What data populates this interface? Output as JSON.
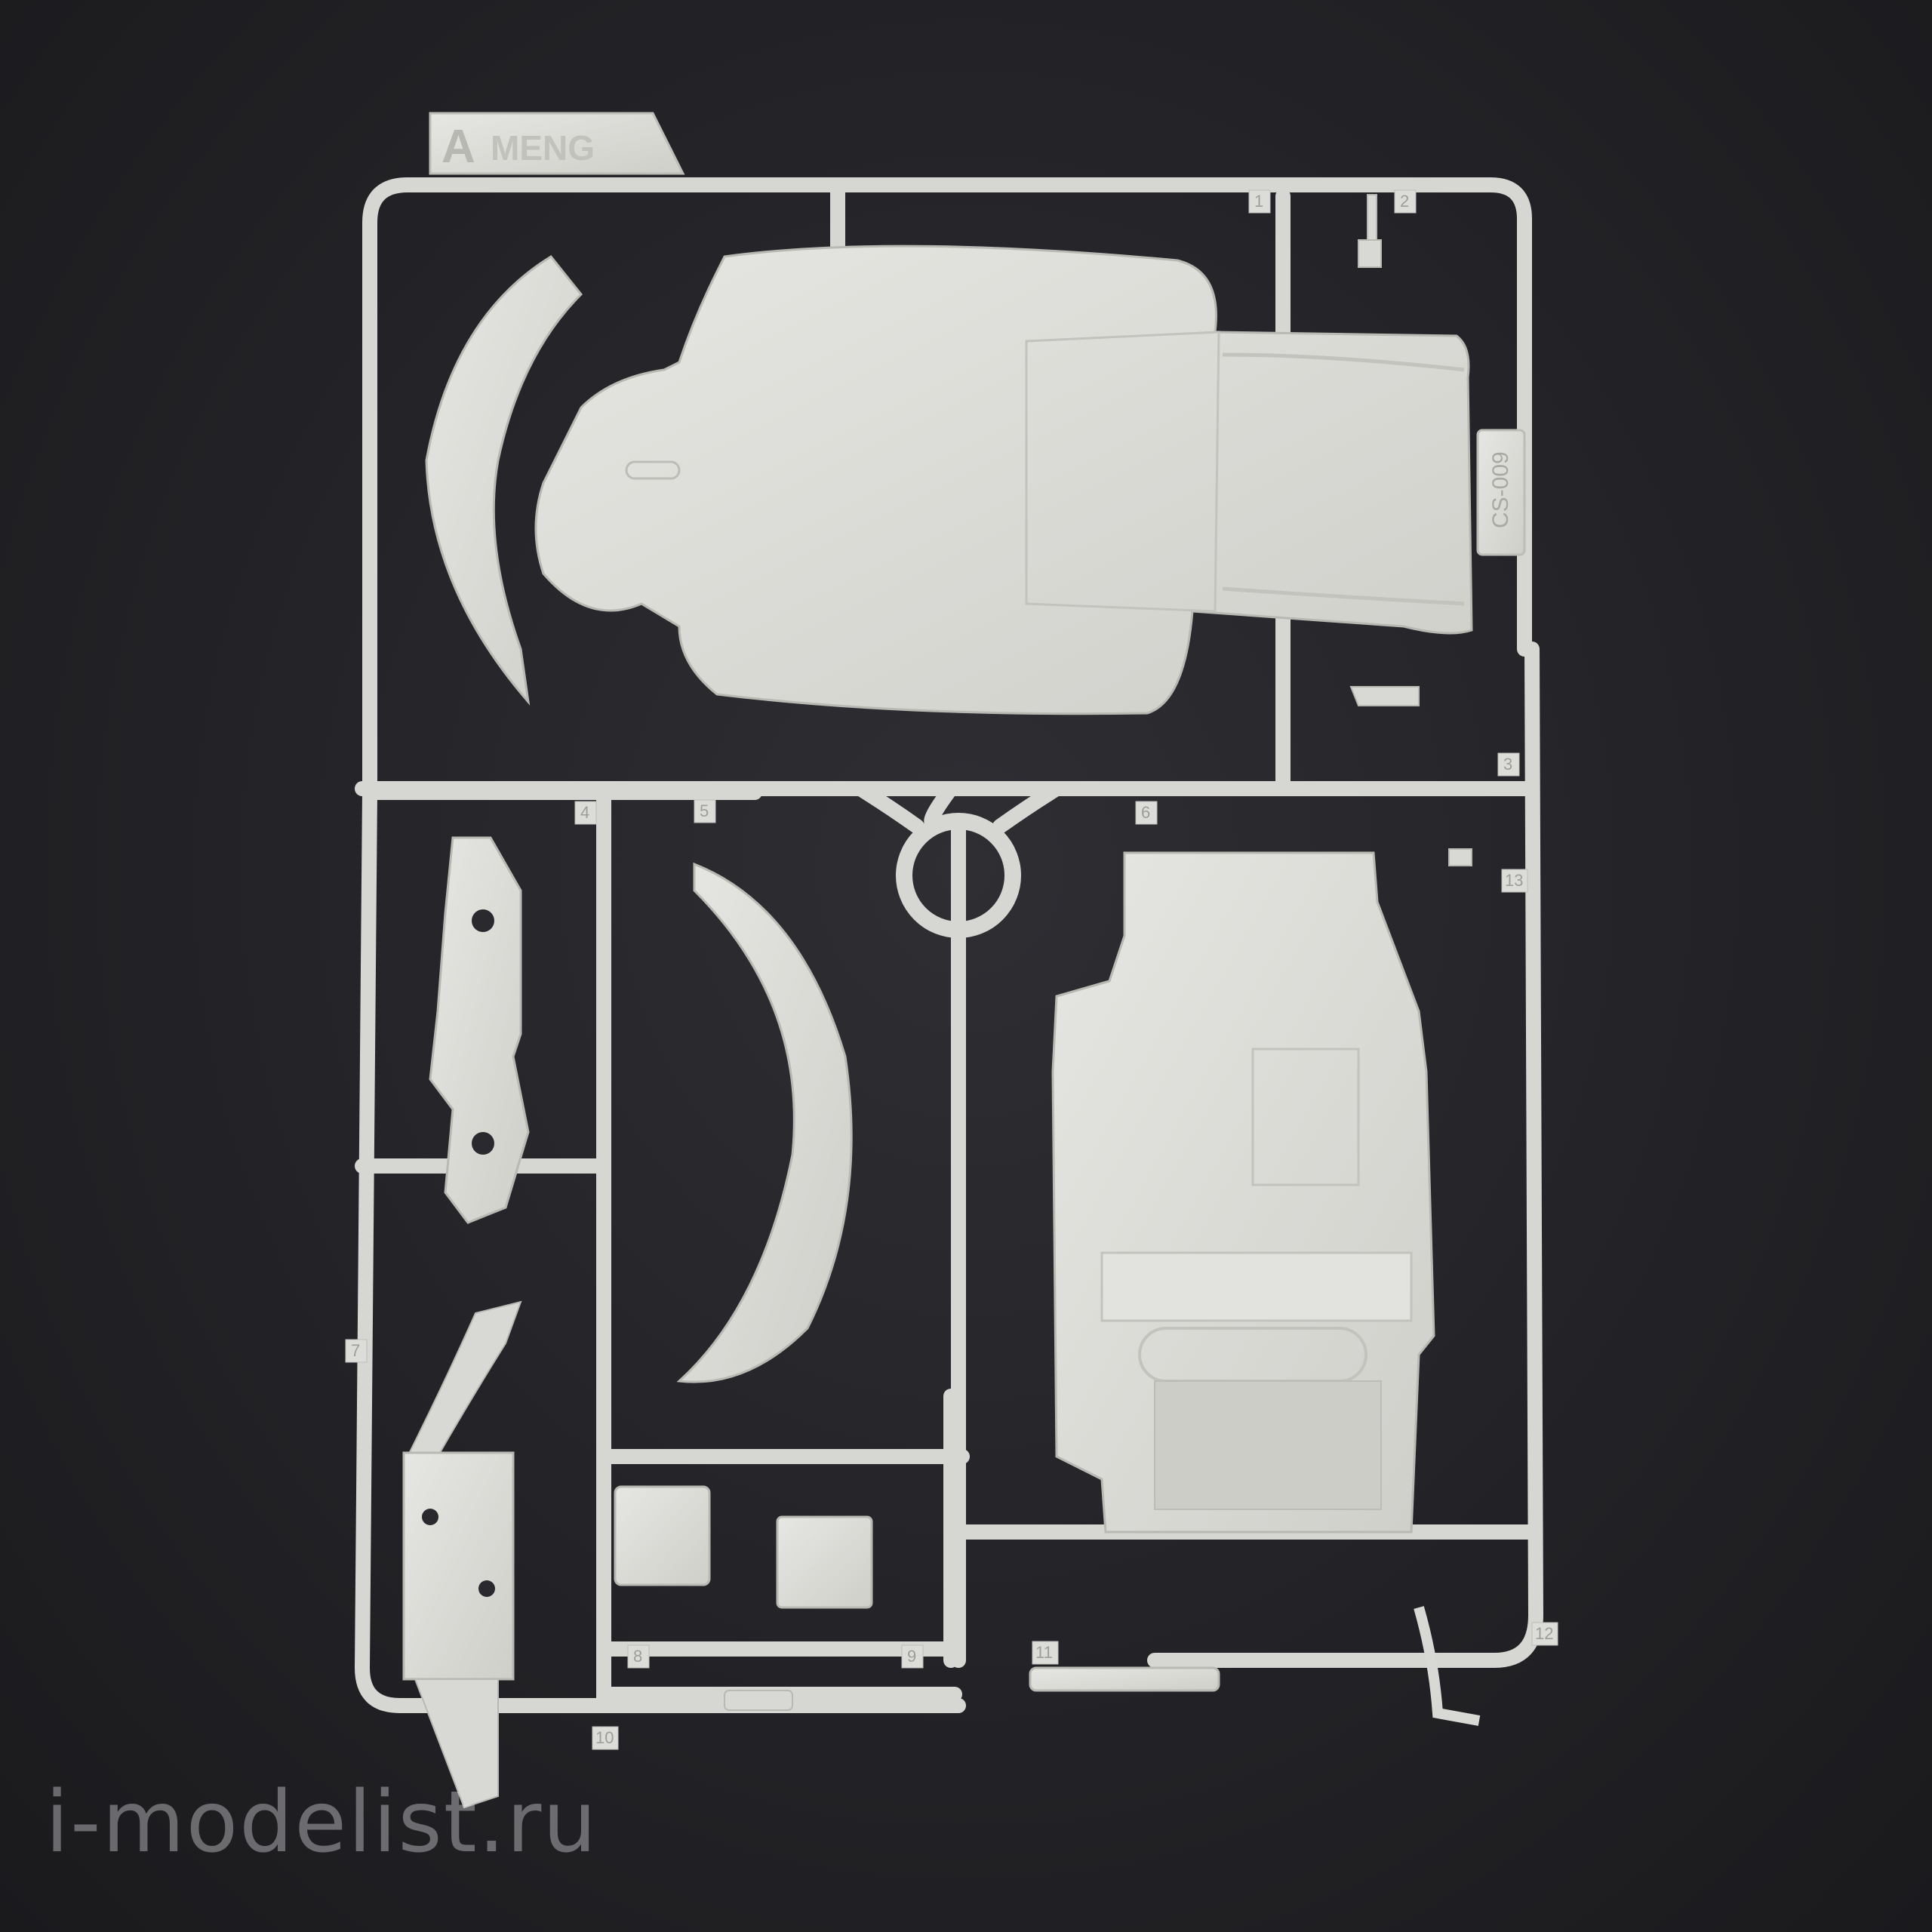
{
  "sprue": {
    "letter": "A",
    "brand": "MENG",
    "code": "CS-009",
    "part_numbers": [
      "1",
      "2",
      "3",
      "4",
      "5",
      "6",
      "7",
      "8",
      "9",
      "10",
      "11",
      "12",
      "13"
    ]
  },
  "watermark": "i-modelist.ru",
  "colors": {
    "background": "#242428",
    "plastic": "#dcdcd8",
    "plastic_edge": "#b9b9b4"
  }
}
